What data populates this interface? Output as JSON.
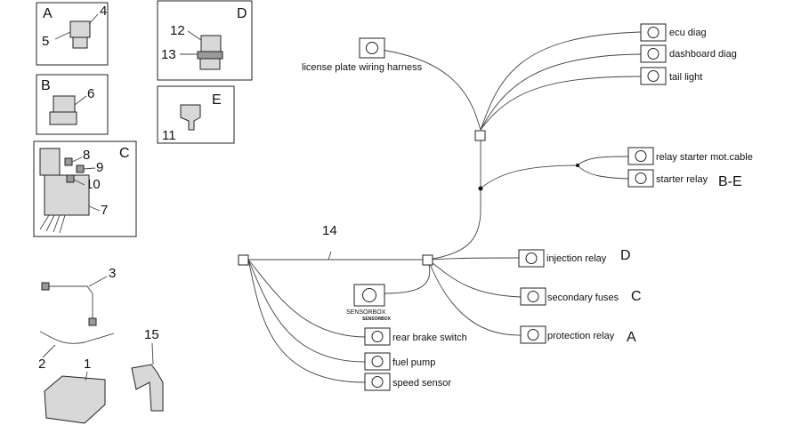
{
  "panels": {
    "A": {
      "letter": "A",
      "parts": [
        "4",
        "5"
      ]
    },
    "B": {
      "letter": "B",
      "parts": [
        "6"
      ]
    },
    "C": {
      "letter": "C",
      "parts": [
        "8",
        "9",
        "10",
        "7"
      ]
    },
    "D": {
      "letter": "D",
      "parts": [
        "12",
        "13"
      ]
    },
    "E": {
      "letter": "E",
      "parts": [
        "11"
      ]
    }
  },
  "loose_parts": {
    "p3": "3",
    "p2": "2",
    "p1": "1",
    "p15": "15"
  },
  "harness": {
    "number": "14"
  },
  "connectors": {
    "license_plate": "license plate wiring harness",
    "ecu_diag": "ecu diag",
    "dashboard_diag": "dashboard diag",
    "tail_light": "tail light",
    "relay_starter_cable": "relay starter mot.cable",
    "starter_relay": "starter relay",
    "starter_relay_ref": "B-E",
    "injection_relay": "injection relay",
    "injection_relay_ref": "D",
    "secondary_fuses": "secondary fuses",
    "secondary_fuses_ref": "C",
    "protection_relay": "protection relay",
    "protection_relay_ref": "A",
    "rear_brake_switch": "rear brake switch",
    "fuel_pump": "fuel pump",
    "speed_sensor": "speed sensor",
    "sensorbox": "SENSORBOX",
    "sensorbox_sub": "SENSORBOX"
  }
}
